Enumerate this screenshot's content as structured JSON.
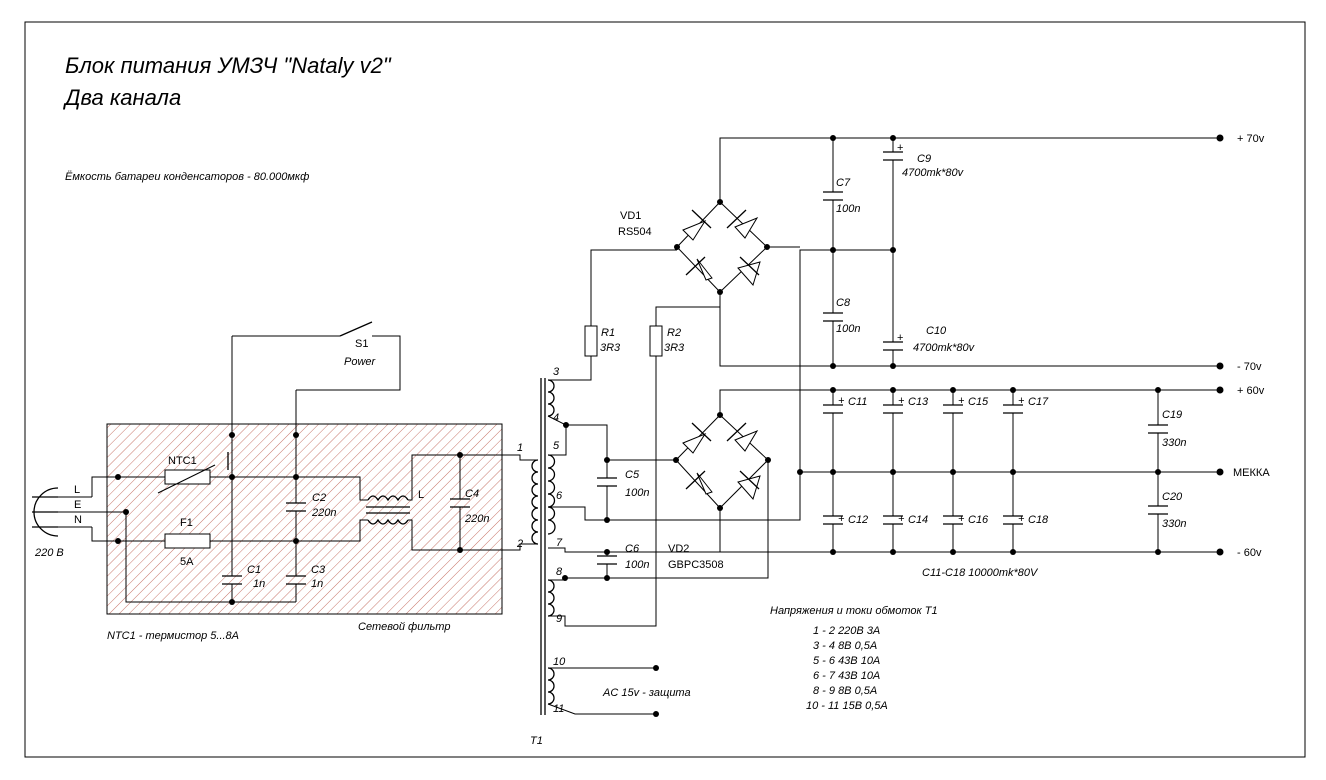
{
  "title": {
    "line1": "Блок питания УМЗЧ \"Nataly v2\"",
    "line2": "Два канала"
  },
  "capacity_note": "Ёмкость батареи конденсаторов - 80.000мкф",
  "mains": {
    "L": "L",
    "E": "E",
    "N": "N",
    "voltage": "220 В"
  },
  "filter": {
    "ntc_label": "NTC1",
    "fuse_label": "F1",
    "fuse_value": "5A",
    "c1_label": "C1",
    "c1_value": "1n",
    "c2_label": "C2",
    "c2_value": "220n",
    "c3_label": "C3",
    "c3_value": "1n",
    "c4_label": "C4",
    "c4_value": "220n",
    "filter_title": "Сетевой фильтр",
    "ntc_note": "NTC1 - термистор 5...8A"
  },
  "switch": {
    "label": "S1",
    "name": "Power"
  },
  "transformer": {
    "label": "T1",
    "pins": [
      "1",
      "2",
      "3",
      "4",
      "5",
      "6",
      "7",
      "8",
      "9",
      "10",
      "11"
    ],
    "ac_note": "AC 15v - защита"
  },
  "resistors": {
    "r1_label": "R1",
    "r1_value": "3R3",
    "r2_label": "R2",
    "r2_value": "3R3"
  },
  "bridges": {
    "vd1_label": "VD1",
    "vd1_part": "RS504",
    "vd2_label": "VD2",
    "vd2_part": "GBPC3508"
  },
  "caps": {
    "c5_label": "C5",
    "c5_value": "100n",
    "c6_label": "C6",
    "c6_value": "100n",
    "c7_label": "C7",
    "c7_value": "100n",
    "c8_label": "C8",
    "c8_value": "100n",
    "c9_label": "C9",
    "c9_value": "4700mk*80v",
    "c10_label": "C10",
    "c10_value": "4700mk*80v",
    "c11": "C11",
    "c12": "C12",
    "c13": "C13",
    "c14": "C14",
    "c15": "C15",
    "c16": "C16",
    "c17": "C17",
    "c18": "C18",
    "c19_label": "C19",
    "c19_value": "330n",
    "c20_label": "C20",
    "c20_value": "330n",
    "bank_note": "C11-C18 10000mk*80V",
    "plus": "+"
  },
  "rails": {
    "p70": "+ 70v",
    "m70": "- 70v",
    "p60": "+ 60v",
    "gnd": "МЕККА",
    "m60": "- 60v"
  },
  "windings": {
    "title": "Напряжения и токи обмоток T1",
    "rows": [
      "1 - 2   220В 3А",
      "3 - 4   8В 0,5А",
      "5 - 6  43В 10А",
      "6 - 7  43В 10А",
      "8 - 9  8В 0,5А",
      "10 - 11  15В 0,5А"
    ]
  }
}
